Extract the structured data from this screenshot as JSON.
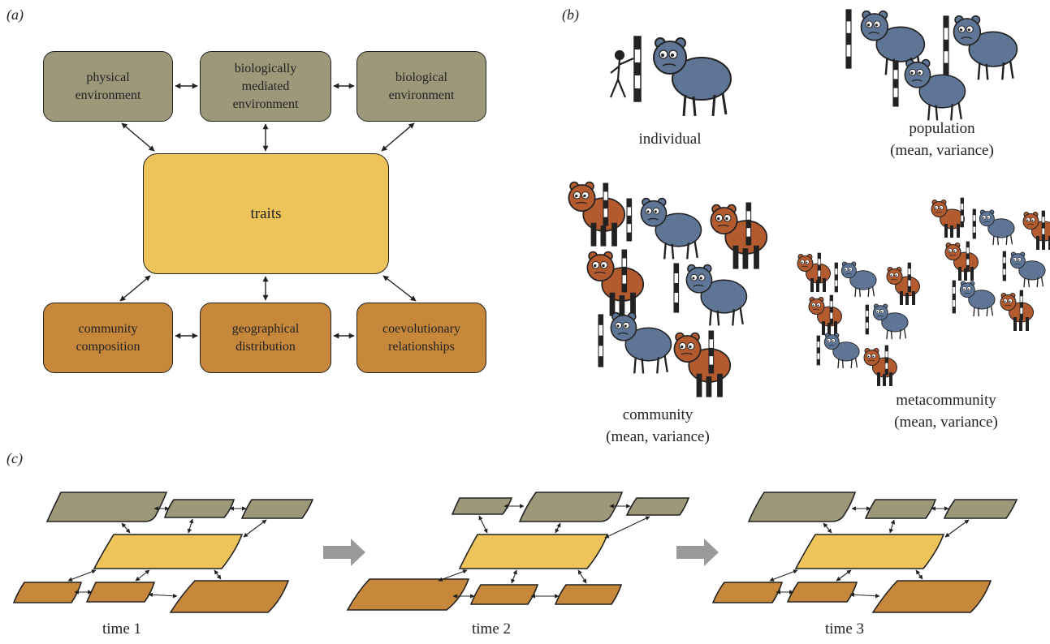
{
  "panel_a": {
    "label": "(a)",
    "boxes": {
      "physical": "physical\nenvironment",
      "bio_mediated": "biologically\nmediated\nenvironment",
      "biological": "biological\nenvironment",
      "traits": "traits",
      "community": "community\ncomposition",
      "geographical": "geographical\ndistribution",
      "coevolutionary": "coevolutionary\nrelationships"
    }
  },
  "panel_b": {
    "label": "(b)",
    "individual": "individual",
    "population": "population\n(mean, variance)",
    "community": "community\n(mean, variance)",
    "metacommunity": "metacommunity\n(mean, variance)"
  },
  "panel_c": {
    "label": "(c)",
    "times": [
      "time 1",
      "time  2",
      "time 3"
    ]
  },
  "colors": {
    "environment": "#9d987a",
    "outcome": "#c8883c",
    "traits": "#ecc45a",
    "blue_creature": "#5e7596",
    "red_creature": "#b45a2f",
    "arrow_grey": "#9a9a9a"
  }
}
